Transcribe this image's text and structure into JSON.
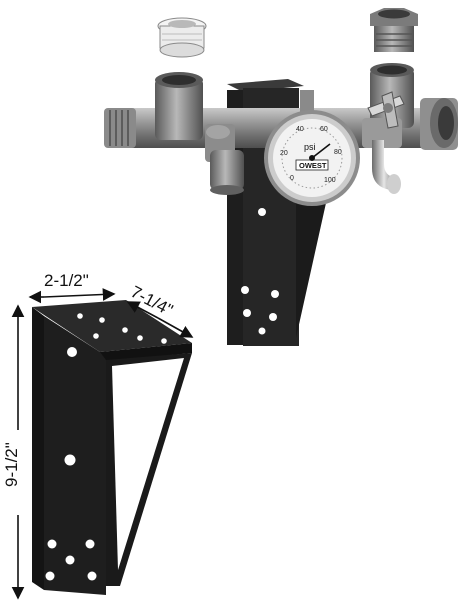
{
  "dimensions": {
    "width": "2-1/2\"",
    "depth": "7-1/4\"",
    "height": "9-1/2\""
  },
  "gauge": {
    "unit": "psi",
    "brand": "OWEST",
    "scale": [
      "0",
      "20",
      "40",
      "60",
      "80",
      "100"
    ]
  },
  "colors": {
    "bracket": "#1c1c1c",
    "brass": "#8f8f8f",
    "gauge_face": "#f2f2f2"
  }
}
